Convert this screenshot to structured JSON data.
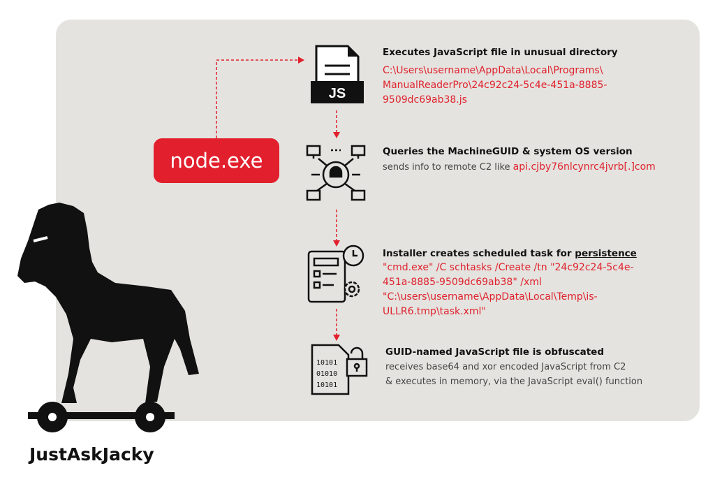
{
  "source_node": "node.exe",
  "steps": [
    {
      "title": "Executes JavaScript file in unusual directory",
      "lines": [
        "C:\\Users\\username\\AppData\\Local\\Programs\\",
        "ManualReaderPro\\24c92c24-5c4e-451a-8885-",
        "9509dc69ab38.js"
      ],
      "icon_label": "JS"
    },
    {
      "title": "Queries the MachineGUID & system OS version",
      "prefix": "sends info to remote C2 like ",
      "highlight": "api.cjby76nlcynrc4jvrb[.]com"
    },
    {
      "title": "Installer creates scheduled task for ",
      "title_emphasis": "persistence",
      "lines": [
        "\"cmd.exe\" /C schtasks /Create /tn \"24c92c24-5c4e-",
        "451a-8885-9509dc69ab38\" /xml",
        "\"C:\\users\\username\\AppData\\Local\\Temp\\is-",
        "ULLR6.tmp\\task.xml\""
      ]
    },
    {
      "title": "GUID-named JavaScript file is obfuscated",
      "lines": [
        "receives base64 and xor encoded JavaScript from C2",
        "& executes in memory, via the JavaScript eval() function"
      ]
    }
  ],
  "brand": "JustAskJacky",
  "colors": {
    "accent": "#e21f2d",
    "panel": "#e4e3df"
  }
}
